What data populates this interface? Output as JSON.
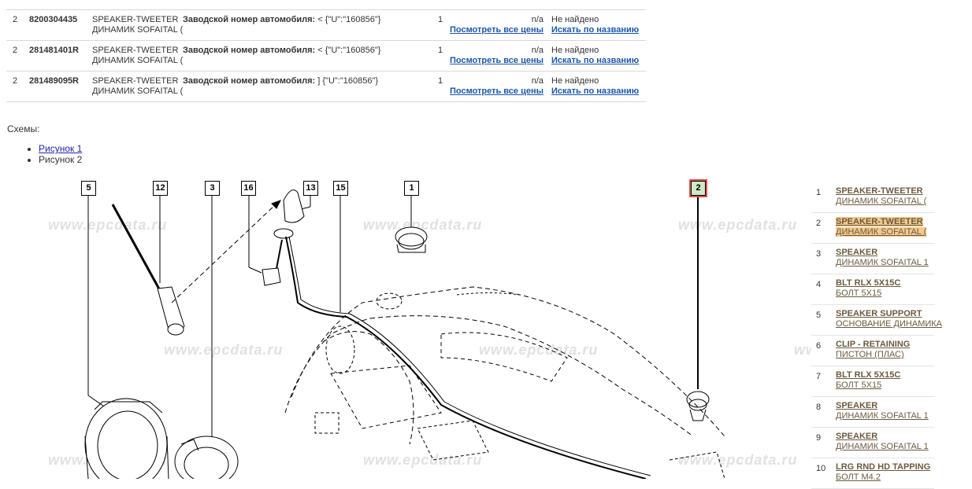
{
  "parts": [
    {
      "qty": "2",
      "number": "8200304435",
      "name1": "SPEAKER-TWEETER",
      "name2": "ДИНАМИК SOFAITAL (",
      "note_label": "Заводской номер автомобиля:",
      "note_value": " < {\"U\":\"160856\"}",
      "count": "1",
      "price": "n/a",
      "price_link": "Посмотреть все цены",
      "status": "Не найдено",
      "search_link": "Искать по названию"
    },
    {
      "qty": "2",
      "number": "281481401R",
      "name1": "SPEAKER-TWEETER",
      "name2": "ДИНАМИК SOFAITAL (",
      "note_label": "Заводской номер автомобиля:",
      "note_value": " < {\"U\":\"160856\"}",
      "count": "1",
      "price": "n/a",
      "price_link": "Посмотреть все цены",
      "status": "Не найдено",
      "search_link": "Искать по названию"
    },
    {
      "qty": "2",
      "number": "281489095R",
      "name1": "SPEAKER-TWEETER",
      "name2": "ДИНАМИК SOFAITAL (",
      "note_label": "Заводской номер автомобиля:",
      "note_value": " ] {\"U\":\"160856\"}",
      "count": "1",
      "price": "n/a",
      "price_link": "Посмотреть все цены",
      "status": "Не найдено",
      "search_link": "Искать по названию"
    }
  ],
  "schemes": {
    "title": "Схемы:",
    "items": [
      {
        "label": "Рисунок 1",
        "link": true
      },
      {
        "label": "Рисунок 2",
        "link": false
      }
    ]
  },
  "diagram": {
    "watermark": "www.epcdata.ru",
    "callouts": [
      "5",
      "12",
      "3",
      "16",
      "13",
      "15",
      "1",
      "2"
    ]
  },
  "side_list": [
    {
      "n": "1",
      "t1": "SPEAKER-TWEETER ",
      "t2": "ДИНАМИК SOFAITAL (",
      "selected": false
    },
    {
      "n": "2",
      "t1": "SPEAKER-TWEETER ",
      "t2": "ДИНАМИК SOFAITAL (",
      "selected": true
    },
    {
      "n": "3",
      "t1": "SPEAKER ",
      "t2": "ДИНАМИК SOFAITAL 1",
      "selected": false
    },
    {
      "n": "4",
      "t1": "BLT RLX 5X15C ",
      "t2": "БОЛТ 5X15",
      "selected": false
    },
    {
      "n": "5",
      "t1": "SPEAKER SUPPORT ",
      "t2": "ОСНОВАНИЕ ДИНАМИКА",
      "selected": false
    },
    {
      "n": "6",
      "t1": "CLIP - RETAINING ",
      "t2": "ПИСТОН (ПЛАС)",
      "selected": false
    },
    {
      "n": "7",
      "t1": "BLT RLX 5X15C ",
      "t2": "БОЛТ 5X15",
      "selected": false
    },
    {
      "n": "8",
      "t1": "SPEAKER ",
      "t2": "ДИНАМИК SOFAITAL 1",
      "selected": false
    },
    {
      "n": "9",
      "t1": "SPEAKER ",
      "t2": "ДИНАМИК SOFAITAL 1",
      "selected": false
    },
    {
      "n": "10",
      "t1": "LRG RND HD TAPPING ",
      "t2": "БОЛТ M4.2",
      "selected": false
    }
  ],
  "colors": {
    "link": "#1d57a8",
    "selected_highlight": "#f5c98b",
    "selected_callout": "#cfe8c8"
  }
}
